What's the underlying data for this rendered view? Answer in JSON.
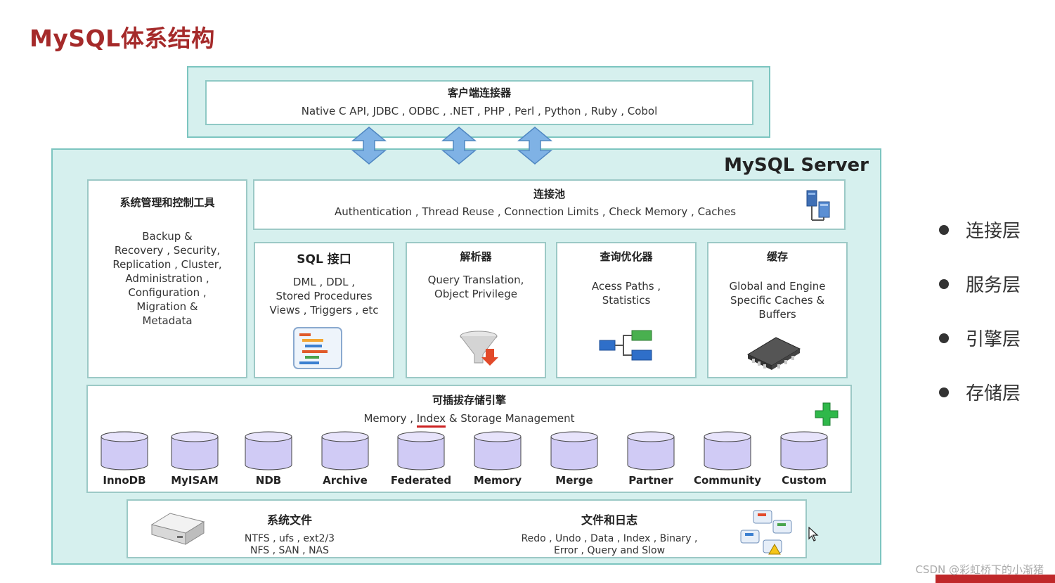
{
  "title": "MySQL体系结构",
  "client": {
    "title": "客户端连接器",
    "text": "Native C API, JDBC , ODBC , .NET , PHP , Perl , Python , Ruby , Cobol"
  },
  "server": {
    "title": "MySQL Server",
    "mgmt": {
      "title": "系统管理和控制工具",
      "lines": [
        "Backup &",
        "Recovery , Security,",
        "Replication , Cluster,",
        "Administration ,",
        "Configuration ,",
        "Migration &",
        "Metadata"
      ]
    },
    "pool": {
      "title": "连接池",
      "text": "Authentication , Thread Reuse , Connection Limits , Check Memory  , Caches"
    },
    "sql": {
      "title": "SQL 接口",
      "lines": [
        "DML  , DDL ,",
        "Stored Procedures",
        "Views , Triggers , etc"
      ]
    },
    "parser": {
      "title": "解析器",
      "lines": [
        "Query Translation,",
        "Object Privilege"
      ]
    },
    "optimizer": {
      "title": "查询优化器",
      "lines": [
        "Acess Paths ,",
        "Statistics"
      ]
    },
    "cache": {
      "title": "缓存",
      "lines": [
        "Global and Engine",
        "Specific Caches &",
        "Buffers"
      ]
    },
    "engines": {
      "title": "可插拔存储引擎",
      "sub_pre": "Memory , ",
      "sub_index": "Index",
      "sub_post": " & Storage Management",
      "list": [
        "InnoDB",
        "MyISAM",
        "NDB",
        "Archive",
        "Federated",
        "Memory",
        "Merge",
        "Partner",
        "Community",
        "Custom"
      ]
    },
    "files": {
      "sys_title": "系统文件",
      "sys_lines": [
        "NTFS , ufs , ext2/3",
        "NFS , SAN , NAS"
      ],
      "log_title": "文件和日志",
      "log_lines": [
        "Redo , Undo , Data , Index , Binary ,",
        "Error , Query and Slow"
      ]
    }
  },
  "layers": [
    "连接层",
    "服务层",
    "引擎层",
    "存储层"
  ],
  "watermark": "CSDN @彩虹桥下的小渐猪",
  "colors": {
    "title": "#a52a2a",
    "panel": "#d6f0ee",
    "border": "#7cc5c0",
    "arrow": "#7fb2e5"
  }
}
